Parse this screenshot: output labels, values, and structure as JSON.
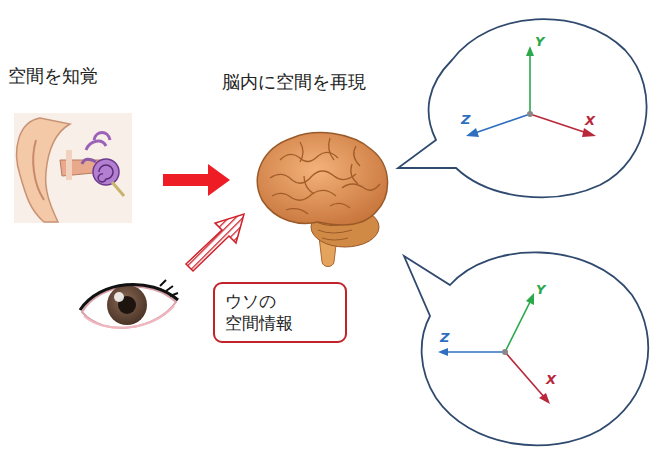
{
  "diagram": {
    "nodes": [
      {
        "text": [
          "ウソの 空間情報"
        ]
      }
    ],
    "labels": [
      "空間を知覚",
      "脳内に空間を再現",
      "Y",
      "Z",
      "X",
      "Y",
      "Z",
      "X"
    ]
  }
}
